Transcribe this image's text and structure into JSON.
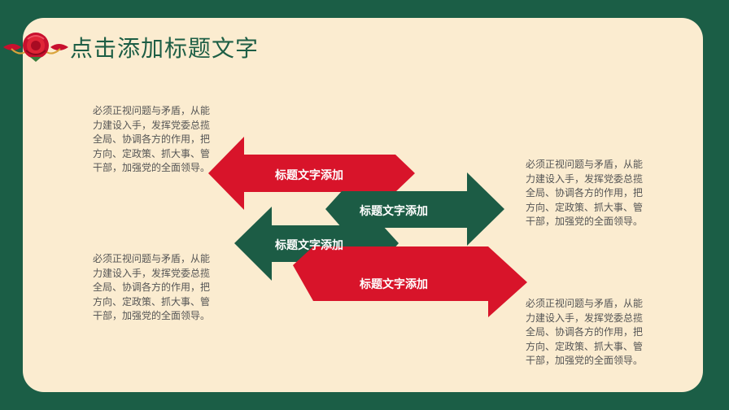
{
  "slide": {
    "title": "点击添加标题文字",
    "colors": {
      "background": "#1b5e46",
      "card": "#fbecd0",
      "red": "#d8142a",
      "green": "#1c5c45",
      "text": "#555555"
    }
  },
  "arrows": [
    {
      "label": "标题文字添加",
      "color": "red",
      "direction": "left"
    },
    {
      "label": "标题文字添加",
      "color": "green",
      "direction": "right"
    },
    {
      "label": "标题文字添加",
      "color": "green",
      "direction": "left"
    },
    {
      "label": "标题文字添加",
      "color": "red",
      "direction": "right"
    }
  ],
  "paragraphs": {
    "top_left": "必须正视问题与矛盾，从能力建设入手，发挥党委总揽全局、协调各方的作用，把方向、定政策、抓大事、管干部，加强党的全面领导。",
    "bottom_left": "必须正视问题与矛盾，从能力建设入手，发挥党委总揽全局、协调各方的作用，把方向、定政策、抓大事、管干部，加强党的全面领导。",
    "top_right": "必须正视问题与矛盾，从能力建设入手，发挥党委总揽全局、协调各方的作用，把方向、定政策、抓大事、管干部，加强党的全面领导。",
    "bottom_right": "必须正视问题与矛盾，从能力建设入手，发挥党委总揽全局、协调各方的作用，把方向、定政策、抓大事、管干部，加强党的全面领导。"
  }
}
